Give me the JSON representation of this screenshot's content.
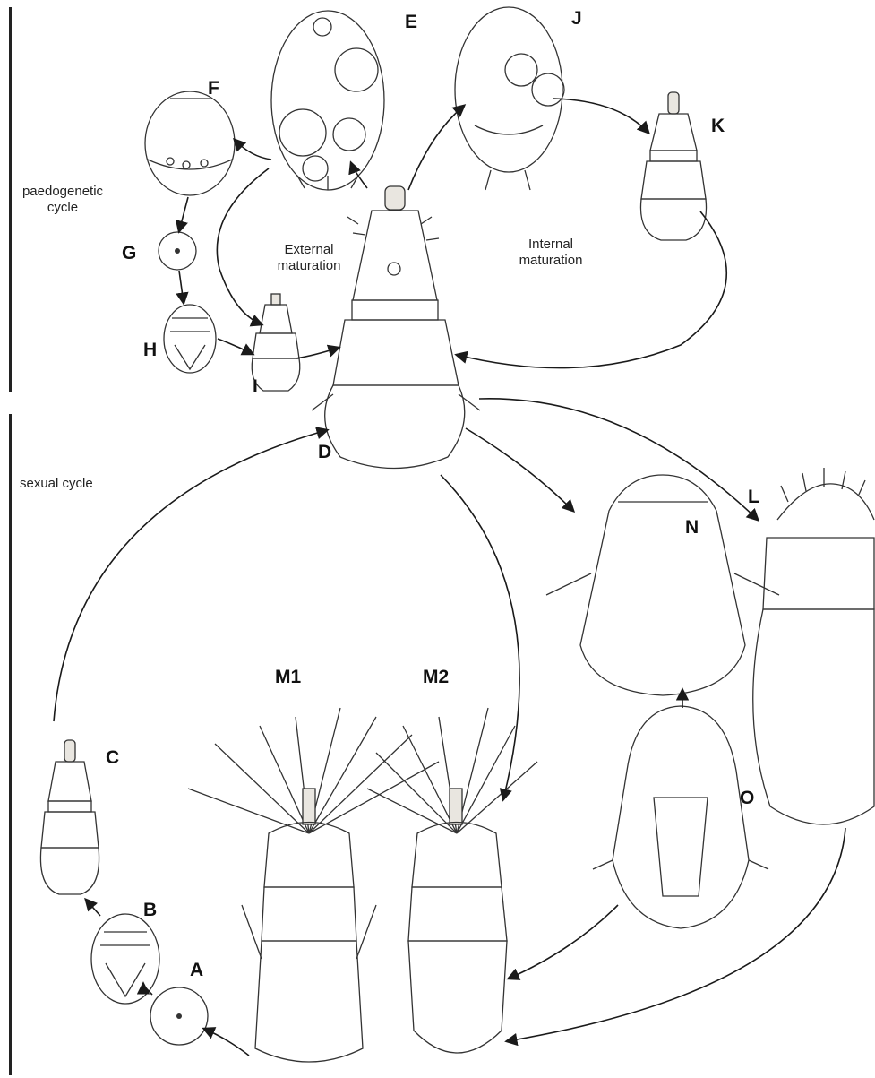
{
  "cycles": {
    "paedogenetic_line1": "paedogenetic",
    "paedogenetic_line2": "cycle",
    "sexual": "sexual cycle"
  },
  "annotations": {
    "external_line1": "External",
    "external_line2": "maturation",
    "internal_line1": "Internal",
    "internal_line2": "maturation"
  },
  "stages": {
    "A": "A",
    "B": "B",
    "C": "C",
    "D": "D",
    "E": "E",
    "F": "F",
    "G": "G",
    "H": "H",
    "I": "I",
    "J": "J",
    "K": "K",
    "L": "L",
    "M1": "M1",
    "M2": "M2",
    "N": "N",
    "O": "O"
  }
}
